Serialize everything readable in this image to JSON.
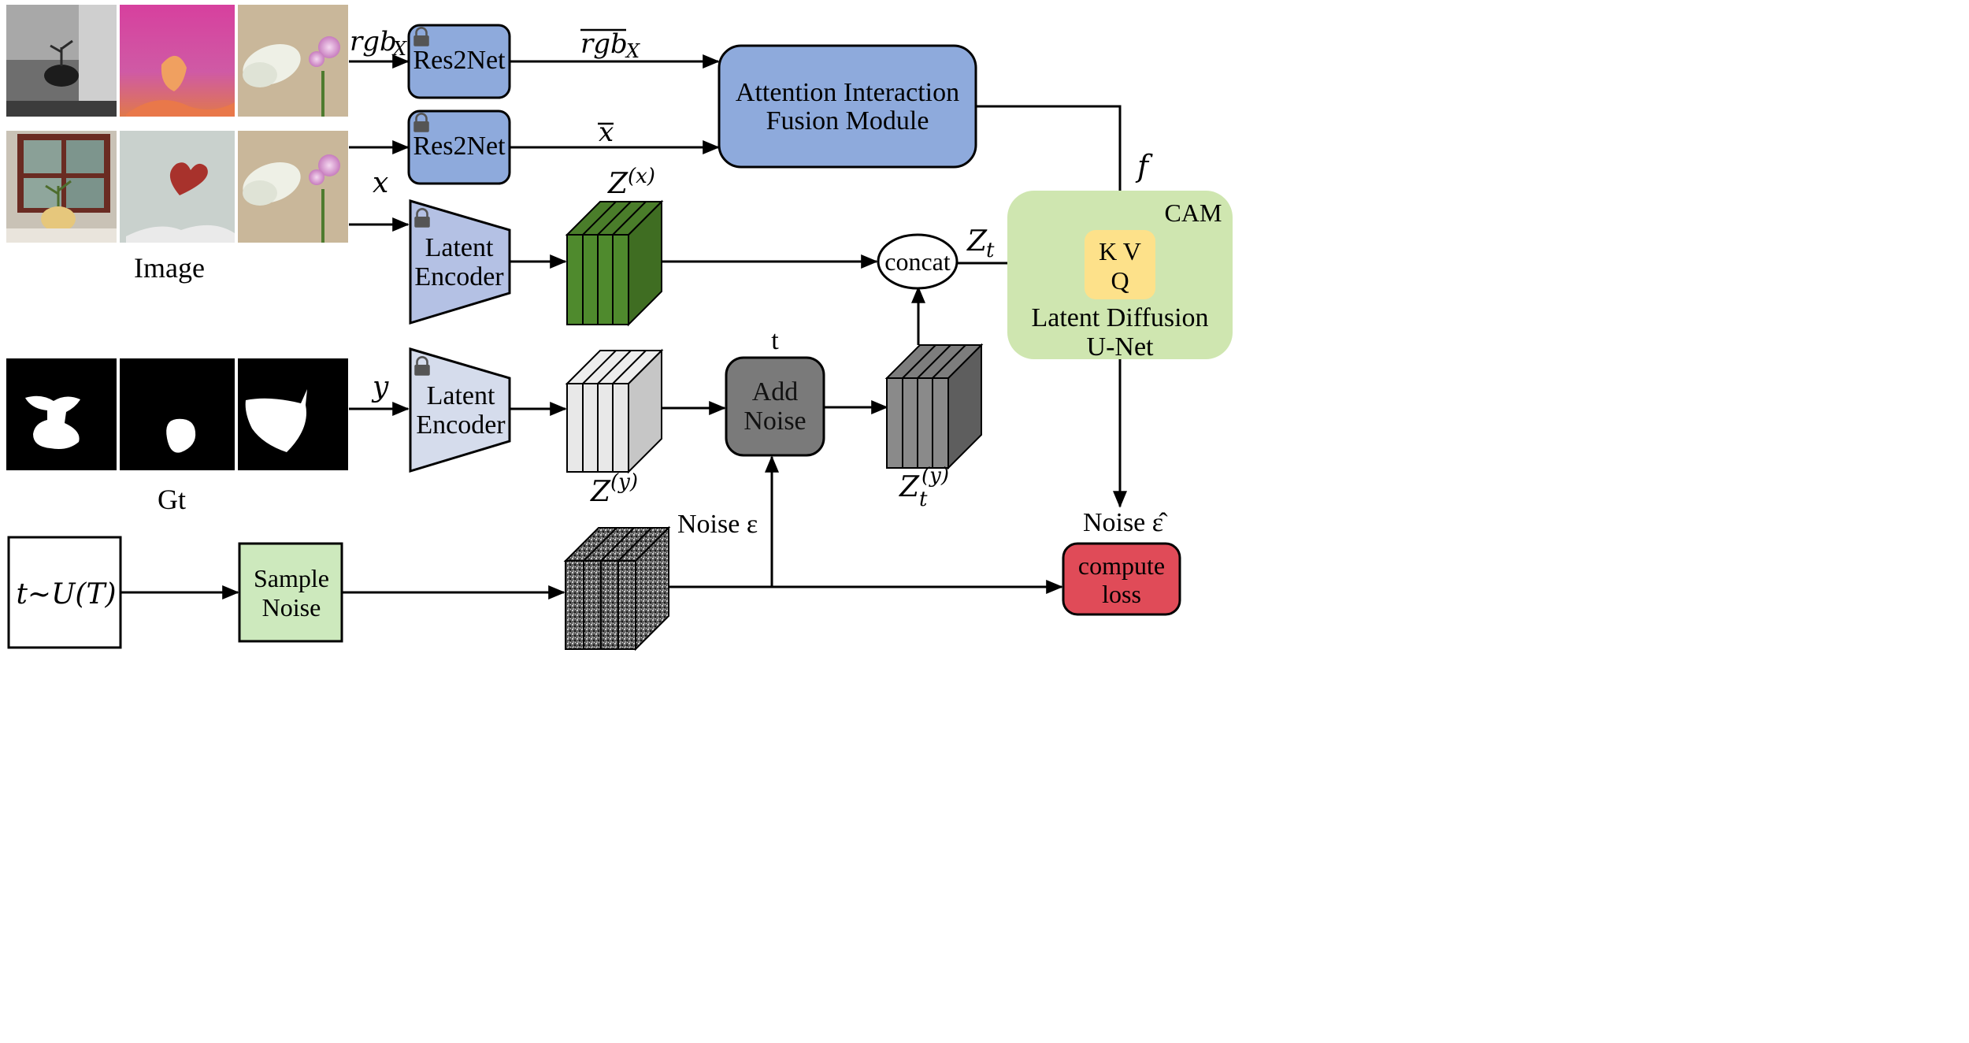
{
  "labels": {
    "image": "Image",
    "gt": "Gt",
    "rgb": "rgb",
    "rgb_sub": "X",
    "x": "x",
    "y": "y",
    "f": "f",
    "zx_base": "Z",
    "zx_sup": "(x)",
    "zy_base": "Z",
    "zy_sup": "(y)",
    "zt_base": "Z",
    "zt_sub": "t",
    "zty_base": "Z",
    "zty_sup": "(y)",
    "zty_sub": "t",
    "t_label": "t",
    "noise_eps": "Noise ε",
    "noise_hat": "Noise ε̂",
    "cam": "CAM",
    "t_uniform": "t~U(T)"
  },
  "modules": {
    "res2net_1": "Res2Net",
    "res2net_2": "Res2Net",
    "aifm_line1": "Attention Interaction",
    "aifm_line2": "Fusion Module",
    "latent_encoder_x_line1": "Latent",
    "latent_encoder_x_line2": "Encoder",
    "latent_encoder_y_line1": "Latent",
    "latent_encoder_y_line2": "Encoder",
    "concat": "concat",
    "kv": "K V",
    "q": "Q",
    "unet_line1": "Latent Diffusion",
    "unet_line2": "U-Net",
    "add_noise_line1": "Add",
    "add_noise_line2": "Noise",
    "sample_noise_line1": "Sample",
    "sample_noise_line2": "Noise",
    "compute_loss_line1": "compute",
    "compute_loss_line2": "loss"
  },
  "colors": {
    "res2net": "#8eaadc",
    "aifm": "#8eaadc",
    "encoder_x": "#b4c1e4",
    "encoder_y": "#d5dcec",
    "cam_bg": "#cfe6b0",
    "kvq": "#fde18a",
    "add_noise": "#7a7a7a",
    "sample_noise": "#cde9bd",
    "compute_loss": "#e04b58",
    "latent_green": "#4a7d2a",
    "latent_gray_light": "#e7e7e7",
    "latent_gray_dark": "#7f7f7f"
  },
  "icons": [
    "lock-icon"
  ]
}
